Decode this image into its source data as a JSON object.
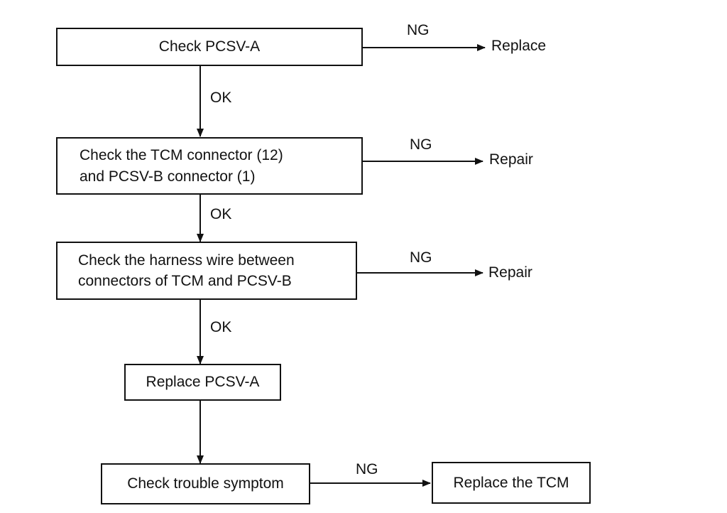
{
  "steps": {
    "check_pcsv_a": "Check PCSV-A",
    "check_connectors": [
      "Check the TCM connector (12)",
      "and PCSV-B connector (1)"
    ],
    "check_harness": [
      "Check the harness wire between",
      "connectors of TCM and PCSV-B"
    ],
    "replace_pcsv_a": "Replace PCSV-A",
    "check_symptom": "Check trouble symptom",
    "replace_tcm": "Replace the TCM"
  },
  "branches": {
    "ng": "NG",
    "ok": "OK"
  },
  "outcomes": {
    "replace": "Replace",
    "repair_1": "Repair",
    "repair_2": "Repair"
  }
}
